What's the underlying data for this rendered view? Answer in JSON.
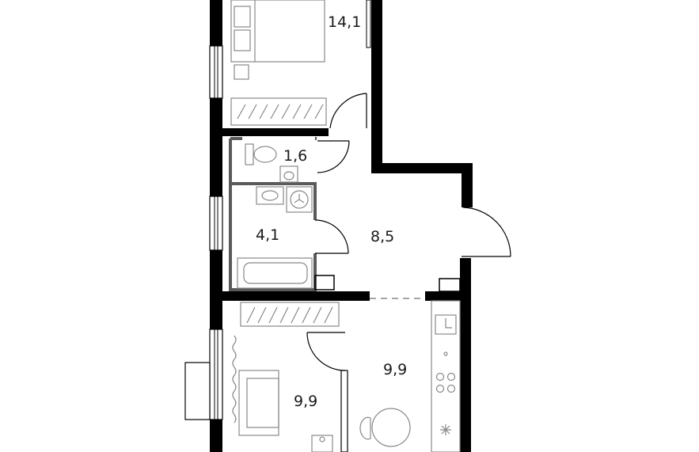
{
  "rooms": [
    {
      "id": "bedroom",
      "area": "14,1"
    },
    {
      "id": "toilet",
      "area": "1,6"
    },
    {
      "id": "bathroom",
      "area": "4,1"
    },
    {
      "id": "hallway",
      "area": "8,5"
    },
    {
      "id": "kitchen",
      "area": "9,9"
    },
    {
      "id": "living-room",
      "area": "9,9"
    }
  ],
  "colors": {
    "wall": "#000000",
    "partition": "#5a5a5a",
    "fixture": "#888888",
    "background": "#ffffff"
  },
  "icons": [
    "door-arc-icon",
    "window-icon",
    "bed-icon",
    "toilet-icon",
    "sink-icon",
    "bathtub-icon",
    "washing-machine-icon",
    "stove-icon",
    "sofa-icon",
    "dining-table-icon",
    "wardrobe-icon",
    "radiator-icon"
  ]
}
